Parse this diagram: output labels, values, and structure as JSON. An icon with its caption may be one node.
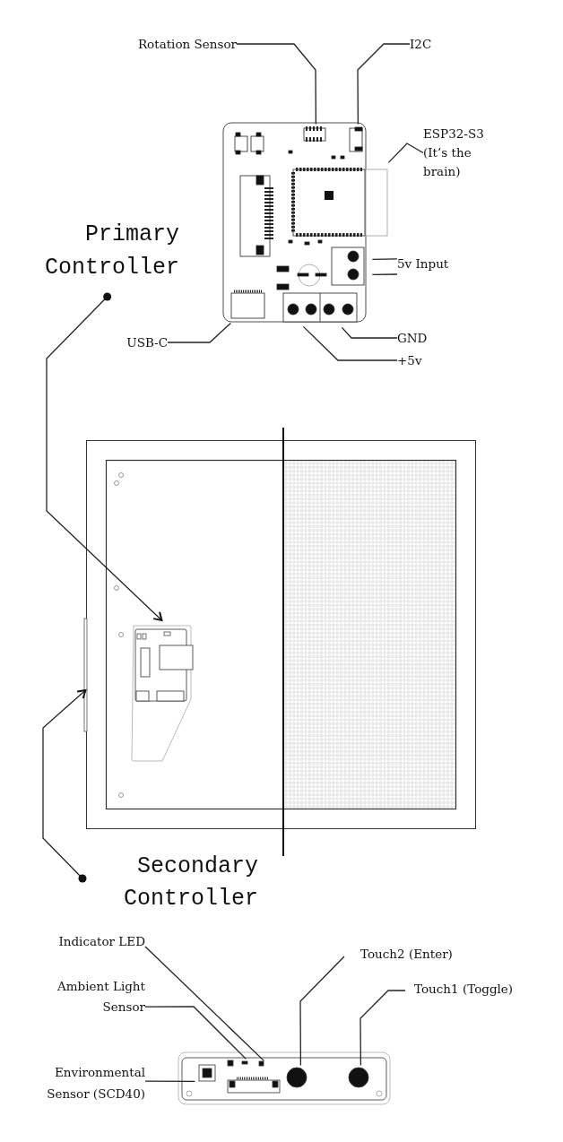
{
  "diagram": {
    "nodes": [
      {
        "text": [
          "Rotation Sensor"
        ]
      },
      {
        "text": [
          "I2C"
        ]
      },
      {
        "text": [
          "ESP32-S3 (It’s the brain)"
        ]
      },
      {
        "text": [
          "Primary Controller"
        ]
      },
      {
        "text": [
          "5v Input"
        ]
      },
      {
        "text": [
          "USB-C"
        ]
      },
      {
        "text": [
          "GND"
        ]
      },
      {
        "text": [
          "+5v"
        ]
      },
      {
        "text": [
          "Secondary Controller"
        ]
      },
      {
        "text": [
          "Indicator LED"
        ]
      },
      {
        "text": [
          "Touch2 (Enter)"
        ]
      },
      {
        "text": [
          "Touch1 (Toggle)"
        ]
      },
      {
        "text": [
          "Ambient Light Sensor"
        ]
      },
      {
        "text": [
          "Environmental Sensor (SCD40)"
        ]
      },
      {
        "text": [],
        "shape": "picture"
      },
      {
        "text": [],
        "shape": "picture"
      },
      {
        "text": [],
        "shape": "picture"
      }
    ],
    "edges": [
      {
        "from": 0,
        "to": 14,
        "arrow": "none"
      },
      {
        "from": 1,
        "to": 14,
        "arrow": "none"
      },
      {
        "from": 2,
        "to": 14,
        "arrow": "none"
      },
      {
        "from": 3,
        "to": 15,
        "arrow": "to"
      },
      {
        "from": 4,
        "to": 14,
        "arrow": "none"
      },
      {
        "from": 4,
        "to": 14,
        "arrow": "none"
      },
      {
        "from": 5,
        "to": 14,
        "arrow": "none"
      },
      {
        "from": 6,
        "to": 14,
        "arrow": "none"
      },
      {
        "from": 7,
        "to": 14,
        "arrow": "none"
      },
      {
        "from": 8,
        "to": 15,
        "arrow": "to"
      },
      {
        "from": 9,
        "to": 16,
        "arrow": "none"
      },
      {
        "from": 10,
        "to": 16,
        "arrow": "none"
      },
      {
        "from": 11,
        "to": 16,
        "arrow": "none"
      },
      {
        "from": 12,
        "to": 16,
        "arrow": "none"
      },
      {
        "from": 13,
        "to": 16,
        "arrow": "none"
      }
    ]
  }
}
